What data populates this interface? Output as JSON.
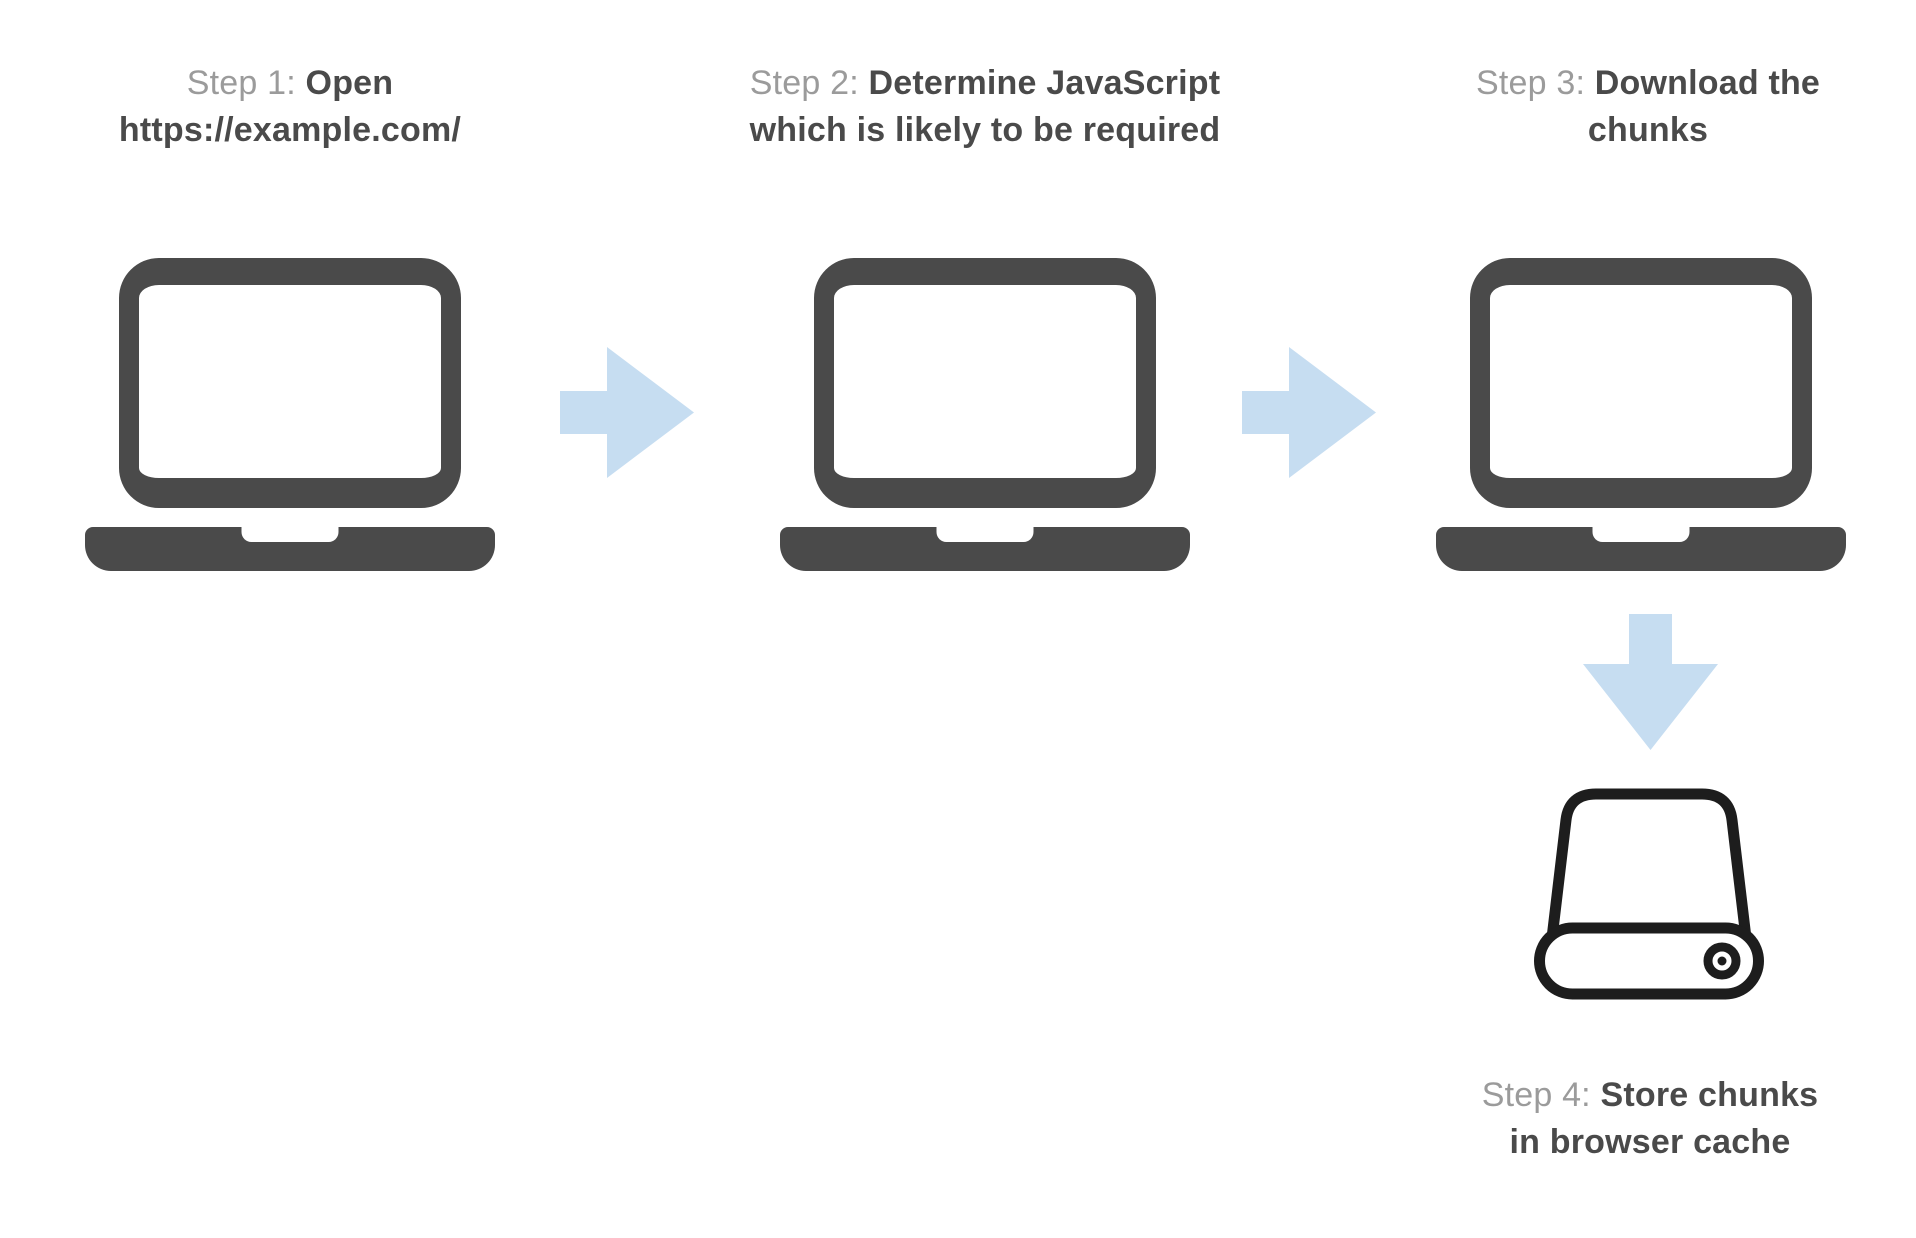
{
  "colors": {
    "background": "#ffffff",
    "arrow": "#c6ddf1",
    "laptop": "#4a4a4a",
    "drive": "#1d1d1d",
    "label": "#9b9b9b",
    "title": "#4a4a4a"
  },
  "steps": [
    {
      "label": "Step 1:",
      "title_line1": "Open",
      "title_line2": "https://example.com/",
      "icon": "laptop"
    },
    {
      "label": "Step 2:",
      "title_line1": "Determine JavaScript",
      "title_line2": "which is likely to be required",
      "icon": "laptop"
    },
    {
      "label": "Step 3:",
      "title_line1": "Download the",
      "title_line2": "chunks",
      "icon": "laptop"
    },
    {
      "label": "Step 4:",
      "title_line1": "Store chunks",
      "title_line2": "in browser cache",
      "icon": "hard-drive"
    }
  ],
  "connectors": [
    {
      "from": "step-1",
      "to": "step-2",
      "direction": "right"
    },
    {
      "from": "step-2",
      "to": "step-3",
      "direction": "right"
    },
    {
      "from": "step-3",
      "to": "step-4",
      "direction": "down"
    }
  ]
}
